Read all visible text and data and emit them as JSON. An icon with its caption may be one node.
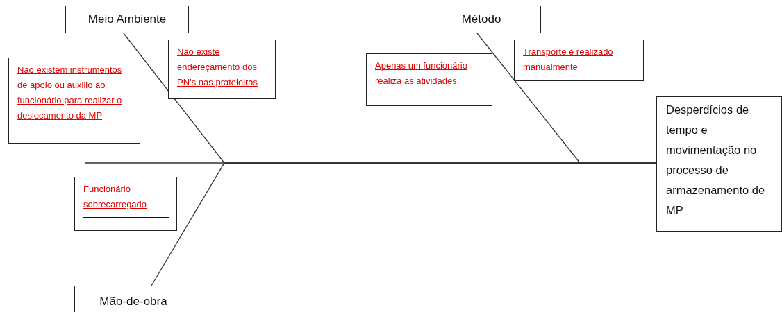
{
  "diagram": {
    "nodes": [
      {
        "text": [
          "Meio Ambiente"
        ]
      },
      {
        "text": [
          "Método"
        ]
      },
      {
        "text": [
          "Não existe endereçamento dos PN’s nas prateleiras"
        ]
      },
      {
        "text": [
          "Transporte é realizado manualmente"
        ]
      },
      {
        "text": [
          "Não existem instrumentos de apoio ou auxilio ao funcionário para realizar o deslocamento da MP"
        ]
      },
      {
        "text": [
          "Apenas um funcionário realiza as atividades"
        ]
      },
      {
        "text": [
          "Desperdícios de tempo e movimentação no processo de armazenamento de MP"
        ]
      },
      {
        "text": [
          "Funcionário sobrecarregado"
        ]
      },
      {
        "text": [
          "Mão-de-obra"
        ]
      }
    ],
    "edges": [
      {
        "from": 0,
        "to": 6,
        "arrow": "none"
      },
      {
        "from": 1,
        "to": 6,
        "arrow": "none"
      },
      {
        "from": 8,
        "to": 6,
        "arrow": "none"
      },
      {
        "from": null,
        "to": 6,
        "arrow": "none"
      }
    ]
  }
}
